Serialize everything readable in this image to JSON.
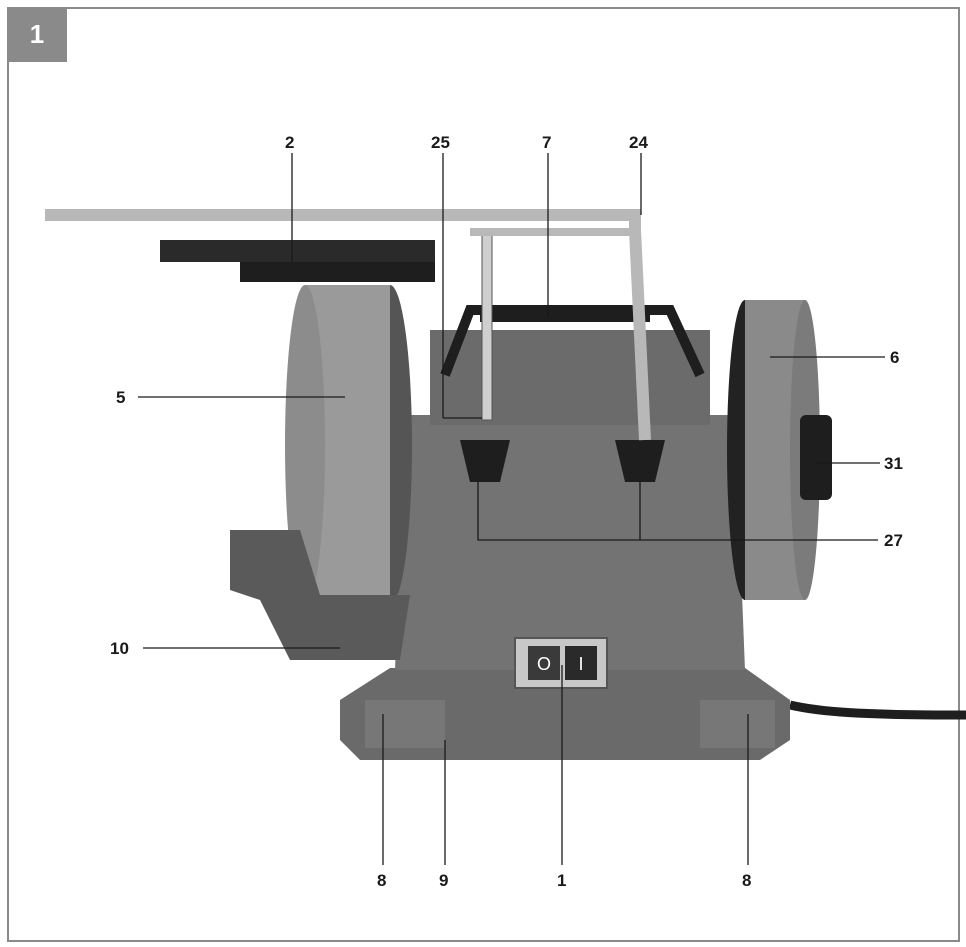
{
  "figure": {
    "number": "1",
    "colors": {
      "frame": "#8a8a8a",
      "body": "#6f6f6f",
      "stone": "#9a9a9a",
      "dark": "#1e1e1e",
      "label": "#1a1a1a"
    }
  },
  "callouts": {
    "c2": "2",
    "c25": "25",
    "c7": "7",
    "c24": "24",
    "c5": "5",
    "c6": "6",
    "c31": "31",
    "c27": "27",
    "c10": "10",
    "c8a": "8",
    "c9": "9",
    "c1": "1",
    "c8b": "8"
  },
  "switch": {
    "off_symbol": "O",
    "on_symbol": "I"
  }
}
